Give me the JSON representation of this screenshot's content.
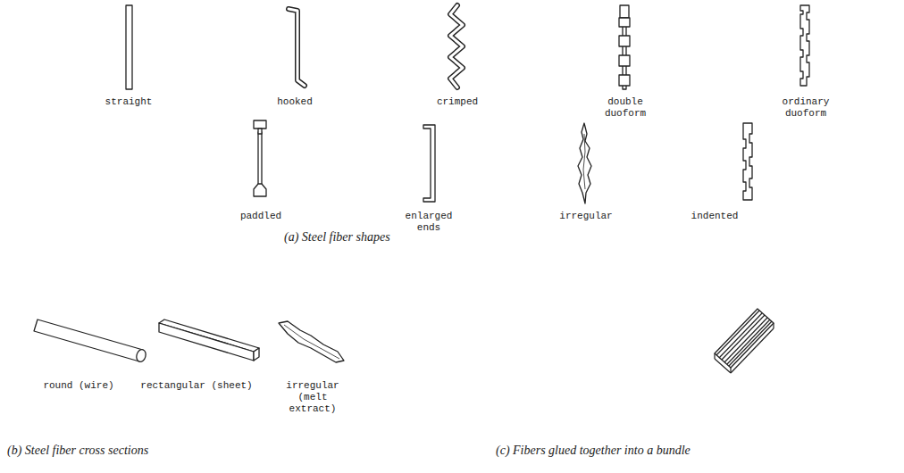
{
  "diagram": {
    "labels": [
      "straight",
      "hooked",
      "crimped",
      "double duoform",
      "ordinary duoform",
      "paddled",
      "enlarged ends",
      "irregular",
      "indented",
      "(a) Steel fiber shapes",
      "round (wire)",
      "rectangular (sheet)",
      "irregular (melt extract)",
      "(b) Steel fiber cross sections",
      "(c) Fibers glued together into a bundle"
    ]
  }
}
